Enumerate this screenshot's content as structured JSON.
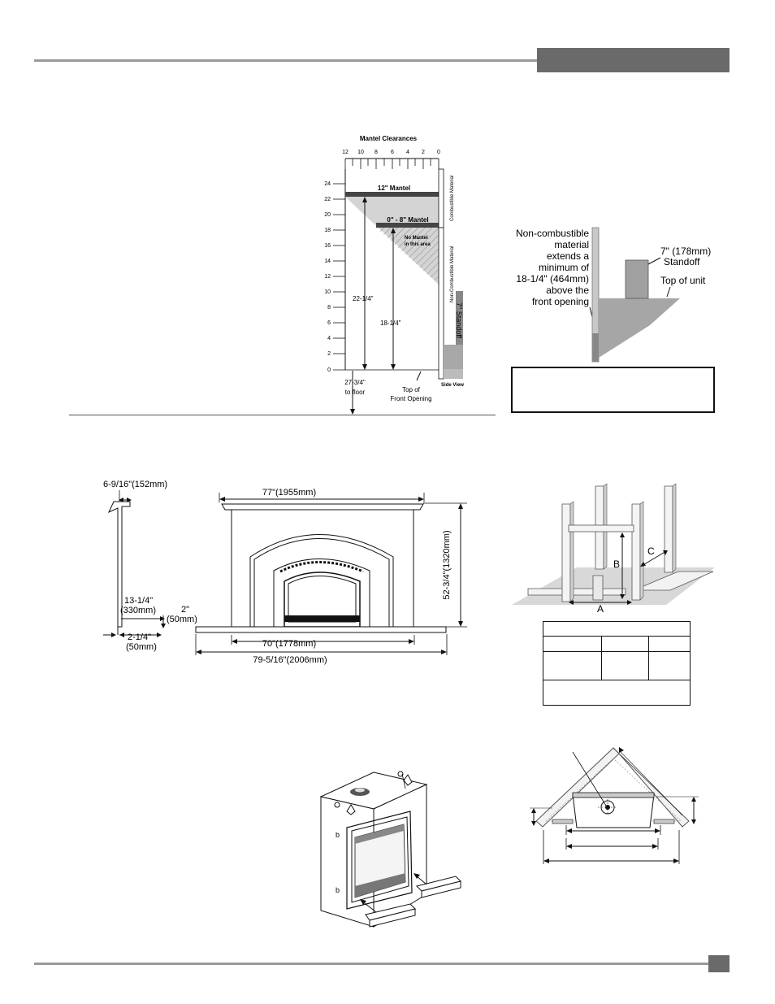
{
  "mantel_figure": {
    "title": "Mantel Clearances",
    "top_scale": [
      "12",
      "10",
      "8",
      "6",
      "4",
      "2",
      "0"
    ],
    "left_scale": [
      "24",
      "22",
      "20",
      "18",
      "16",
      "14",
      "12",
      "10",
      "8",
      "6",
      "4",
      "2",
      "0"
    ],
    "mantel_12": "12\" Mantel",
    "mantel_0_8": "0\" - 8\" Mantel",
    "no_mantel_1": "No Mantel",
    "no_mantel_2": "in this area",
    "dim_22": "22-1/4\"",
    "dim_18": "18-1/4\"",
    "combustible": "Combustible Material",
    "non_combustible": "Non-Combustible Material",
    "standoff": "7\" Standoff",
    "floor_1": "27-3/4\"",
    "floor_2": "to floor",
    "top_opening_1": "Top of",
    "top_opening_2": "Front Opening",
    "side_view": "Side View"
  },
  "standoff_figure": {
    "lines": [
      "Non-combustible",
      "material",
      "extends a",
      "minimum of",
      "18-1/4\" (464mm)",
      "above the",
      "front opening"
    ],
    "standoff_1": "7\" (178mm)",
    "standoff_2": "Standoff",
    "top_of_unit": "Top of unit"
  },
  "surround_figure": {
    "depth": "6-9/16\"(152mm)",
    "width_top": "77\"(1955mm)",
    "height": "52-3/4\"(1320mm)",
    "dim_13_1": "13-1/4\"",
    "dim_13_2": "(330mm)",
    "dim_2_1": "2\"",
    "dim_2_2": "(50mm)",
    "dim_2q_1": "2-1/4\"",
    "dim_2q_2": "(50mm)",
    "width_70": "70\"(1778mm)",
    "width_79": "79-5/16\"(2006mm)"
  },
  "framing_figure": {
    "a": "A",
    "b": "B",
    "c": "C"
  }
}
